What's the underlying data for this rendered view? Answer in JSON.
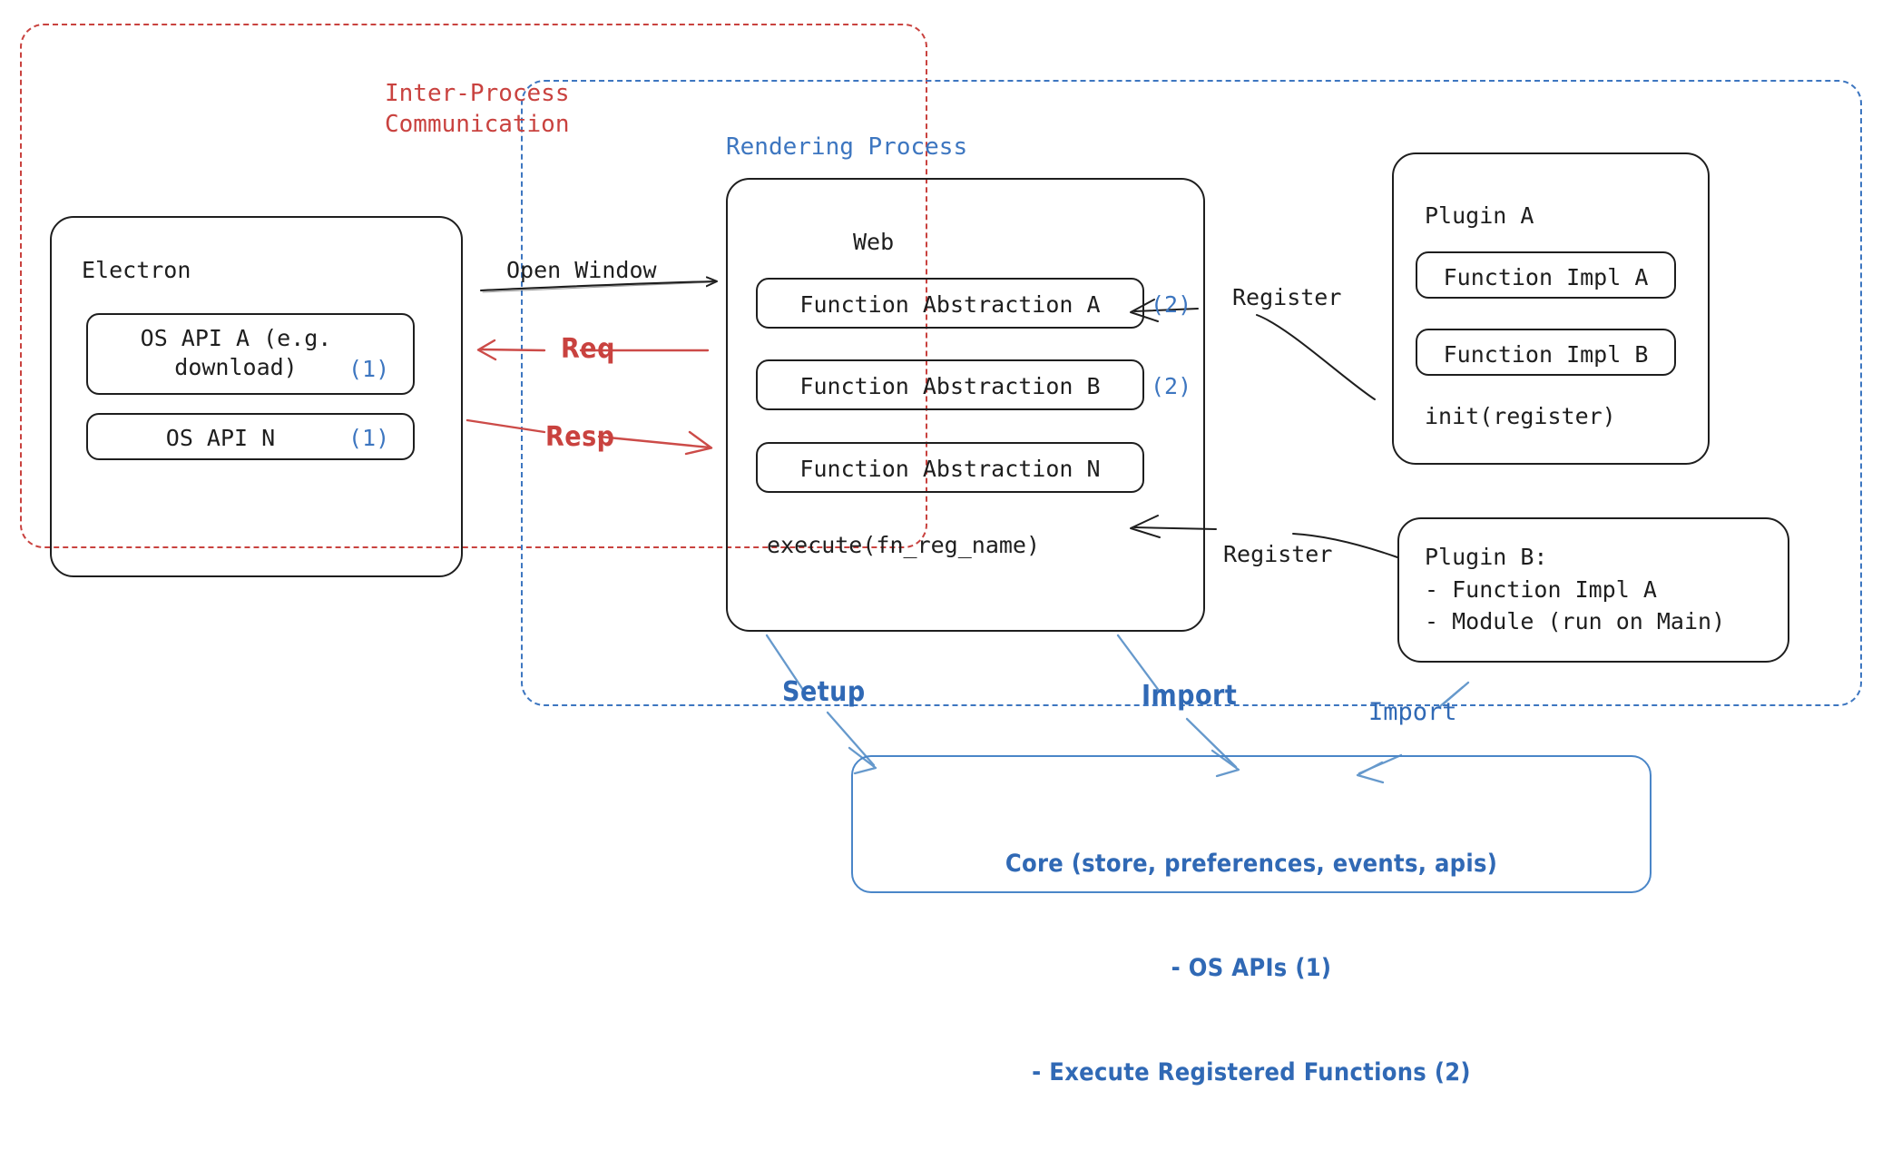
{
  "diagram": {
    "title": "Electron plugin architecture",
    "colors": {
      "ink": "#1e1e1e",
      "red": "#c9423f",
      "blue": "#3d76c0",
      "blue_strong": "#3069b5",
      "arrow_blue": "#6699cc",
      "background": "#ffffff"
    },
    "containers": {
      "ipc": {
        "label": "Inter-Process\nCommunication"
      },
      "rendering": {
        "label": "Rendering Process"
      }
    },
    "electron": {
      "title": "Electron",
      "apis": [
        {
          "text": "OS API A (e.g.\ndownload)",
          "marker": "(1)"
        },
        {
          "text": "OS API N",
          "marker": "(1)"
        }
      ]
    },
    "web": {
      "title": "Web",
      "functions": [
        {
          "text": "Function Abstraction A",
          "marker": "(2)"
        },
        {
          "text": "Function Abstraction B",
          "marker": "(2)"
        },
        {
          "text": "Function Abstraction N",
          "marker": ""
        }
      ],
      "execute": "execute(fn_reg_name)"
    },
    "plugin_a": {
      "title": "Plugin A",
      "items": [
        "Function Impl A",
        "Function Impl B"
      ],
      "init": "init(register)"
    },
    "plugin_b": {
      "text": "Plugin B:\n- Function Impl A\n- Module (run on Main)"
    },
    "core": {
      "lines": [
        "Core (store, preferences, events, apis)",
        "- OS APIs (1)",
        "- Execute Registered Functions (2)"
      ]
    },
    "arrows": {
      "open_window": "Open Window",
      "req": "Req",
      "resp": "Resp",
      "register_a": "Register",
      "register_b": "Register",
      "setup": "Setup",
      "import_web": "Import",
      "import_plugin_b": "Import"
    }
  }
}
